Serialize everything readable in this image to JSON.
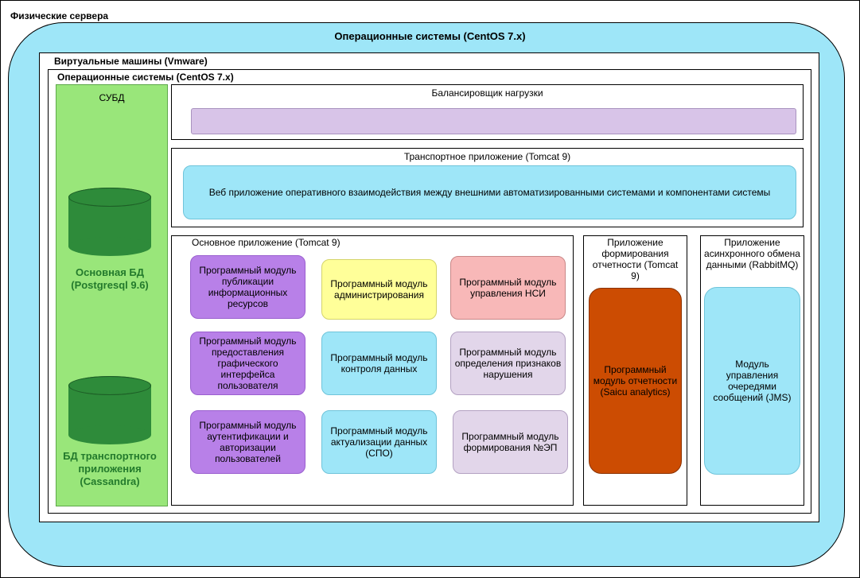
{
  "physical_servers": "Физические сервера",
  "os_outer": "Операционные системы (CentOS 7.x)",
  "vms": "Виртуальные машины (Vmware)",
  "os_inner": "Операционные системы (CentOS 7.x)",
  "dbms": {
    "title": "СУБД",
    "main_db": "Основная БД (Postgresql 9.6)",
    "transport_db": "БД транспортного приложения (Cassandra)"
  },
  "load_balancer": {
    "title": "Балансировщик нагрузки"
  },
  "transport_app": {
    "title": "Транспортное приложение (Tomcat 9)",
    "web_app": "Веб приложение оперативного взаимодействия между внешними автоматизированными системами и компонентами системы"
  },
  "main_app": {
    "title": "Основное приложение (Tomcat 9)",
    "modules": {
      "publication": "Программный модуль публикации информационных ресурсов",
      "administration": "Программный модуль администрирования",
      "nsi": "Программный модуль управления НСИ",
      "gui": "Программный модуль предоставления графического интерфейса пользователя",
      "data_control": "Программный модуль контроля данных",
      "violations": "Программный модуль определения признаков нарушения",
      "auth": "Программный модуль аутентификации и авторизации пользователей",
      "data_update": "Программный модуль актуализации данных (СПО)",
      "ep": "Программный модуль формирования №ЭП"
    }
  },
  "reporting_app": {
    "title": "Приложение формирования отчетности (Tomcat 9)",
    "module": "Программный модуль отчетности (Saicu analytics)"
  },
  "async_app": {
    "title": "Приложение асинхронного обмена данными (RabbitMQ)",
    "module": "Модуль управления очередями сообщений (JMS)"
  },
  "colors": {
    "os_cloud": "#9ee6f8",
    "dbms": "#99e67a",
    "balancer_bar": "#d8c4e8",
    "reporting_module": "#cc4c02"
  }
}
